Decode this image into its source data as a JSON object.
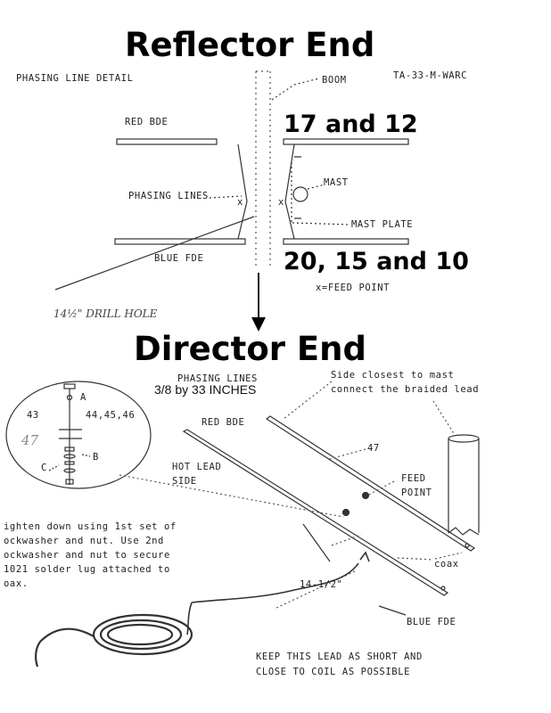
{
  "headings": {
    "reflector_end": "Reflector End",
    "director_end": "Director End"
  },
  "top_diagram": {
    "title": "PHASING LINE DETAIL",
    "model": "TA-33-M-WARC",
    "boom": "BOOM",
    "red_bde": "RED BDE",
    "bands_upper": "17 and 12",
    "mast": "MAST",
    "phasing_lines": "PHASING LINES",
    "feed_x_left": "x",
    "feed_x_right": "x",
    "mast_plate": "MAST PLATE",
    "blue_fde": "BLUE FDE",
    "bands_lower": "20, 15 and 10",
    "feed_point_legend": "x=FEED POINT",
    "drill_hole": "14½\" DRILL HOLE"
  },
  "bottom_diagram": {
    "phasing_lines": "PHASING LINES",
    "phasing_size": "3/8 by 33 INCHES",
    "side_note_1": "Side closest to mast",
    "side_note_2": "connect the braided lead",
    "red_bde": "RED BDE",
    "part_43": "43",
    "part_44_46": "44,45,46",
    "part_a": "A",
    "part_b": "B",
    "part_c": "C",
    "part_47_hand": "47",
    "part_47": "47",
    "hot_lead_1": "HOT LEAD",
    "hot_lead_2": "SIDE",
    "feed_point_1": "FEED",
    "feed_point_2": "POINT",
    "tighten_lines": [
      "ighten down using 1st set of",
      "ockwasher and nut.  Use 2nd",
      "ockwasher and nut to secure",
      "1021 solder lug attached to",
      "oax."
    ],
    "coax": "coax",
    "length": "14-1/2\"",
    "blue_fde": "BLUE FDE",
    "keep_1": "KEEP THIS LEAD AS SHORT AND",
    "keep_2": "CLOSE TO COIL AS POSSIBLE"
  },
  "colors": {
    "ink": "#222222",
    "heading": "#000000",
    "paper": "#ffffff"
  }
}
